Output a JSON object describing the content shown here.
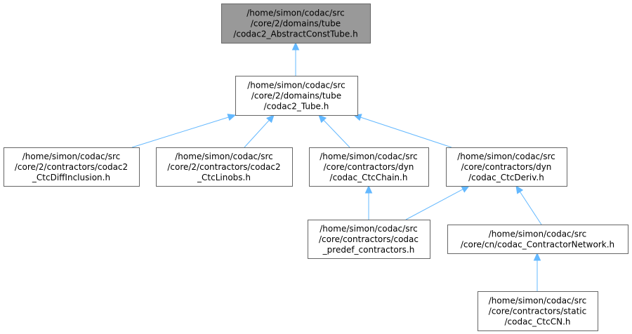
{
  "nodes": [
    {
      "id": "n0",
      "root": true,
      "lines": [
        "/home/simon/codac/src",
        "/core/2/domains/tube",
        "/codac2_AbstractConstTube.h"
      ]
    },
    {
      "id": "n1",
      "lines": [
        "/home/simon/codac/src",
        "/core/2/domains/tube",
        "/codac2_Tube.h"
      ]
    },
    {
      "id": "n2",
      "lines": [
        "/home/simon/codac/src",
        "/core/2/contractors/codac2",
        "_CtcDiffInclusion.h"
      ]
    },
    {
      "id": "n3",
      "lines": [
        "/home/simon/codac/src",
        "/core/2/contractors/codac2",
        "_CtcLinobs.h"
      ]
    },
    {
      "id": "n4",
      "lines": [
        "/home/simon/codac/src",
        "/core/contractors/dyn",
        "/codac_CtcChain.h"
      ]
    },
    {
      "id": "n5",
      "lines": [
        "/home/simon/codac/src",
        "/core/contractors/dyn",
        "/codac_CtcDeriv.h"
      ]
    },
    {
      "id": "n6",
      "lines": [
        "/home/simon/codac/src",
        "/core/contractors/codac",
        "_predef_contractors.h"
      ]
    },
    {
      "id": "n7",
      "lines": [
        "/home/simon/codac/src",
        "/core/cn/codac_ContractorNetwork.h"
      ]
    },
    {
      "id": "n8",
      "lines": [
        "/home/simon/codac/src",
        "/core/contractors/static",
        "/codac_CtcCN.h"
      ]
    }
  ],
  "edges": [
    {
      "from": "n1",
      "to": "n0"
    },
    {
      "from": "n2",
      "to": "n1"
    },
    {
      "from": "n3",
      "to": "n1"
    },
    {
      "from": "n4",
      "to": "n1"
    },
    {
      "from": "n5",
      "to": "n1"
    },
    {
      "from": "n6",
      "to": "n4"
    },
    {
      "from": "n6",
      "to": "n5"
    },
    {
      "from": "n7",
      "to": "n5"
    },
    {
      "from": "n8",
      "to": "n7"
    }
  ]
}
